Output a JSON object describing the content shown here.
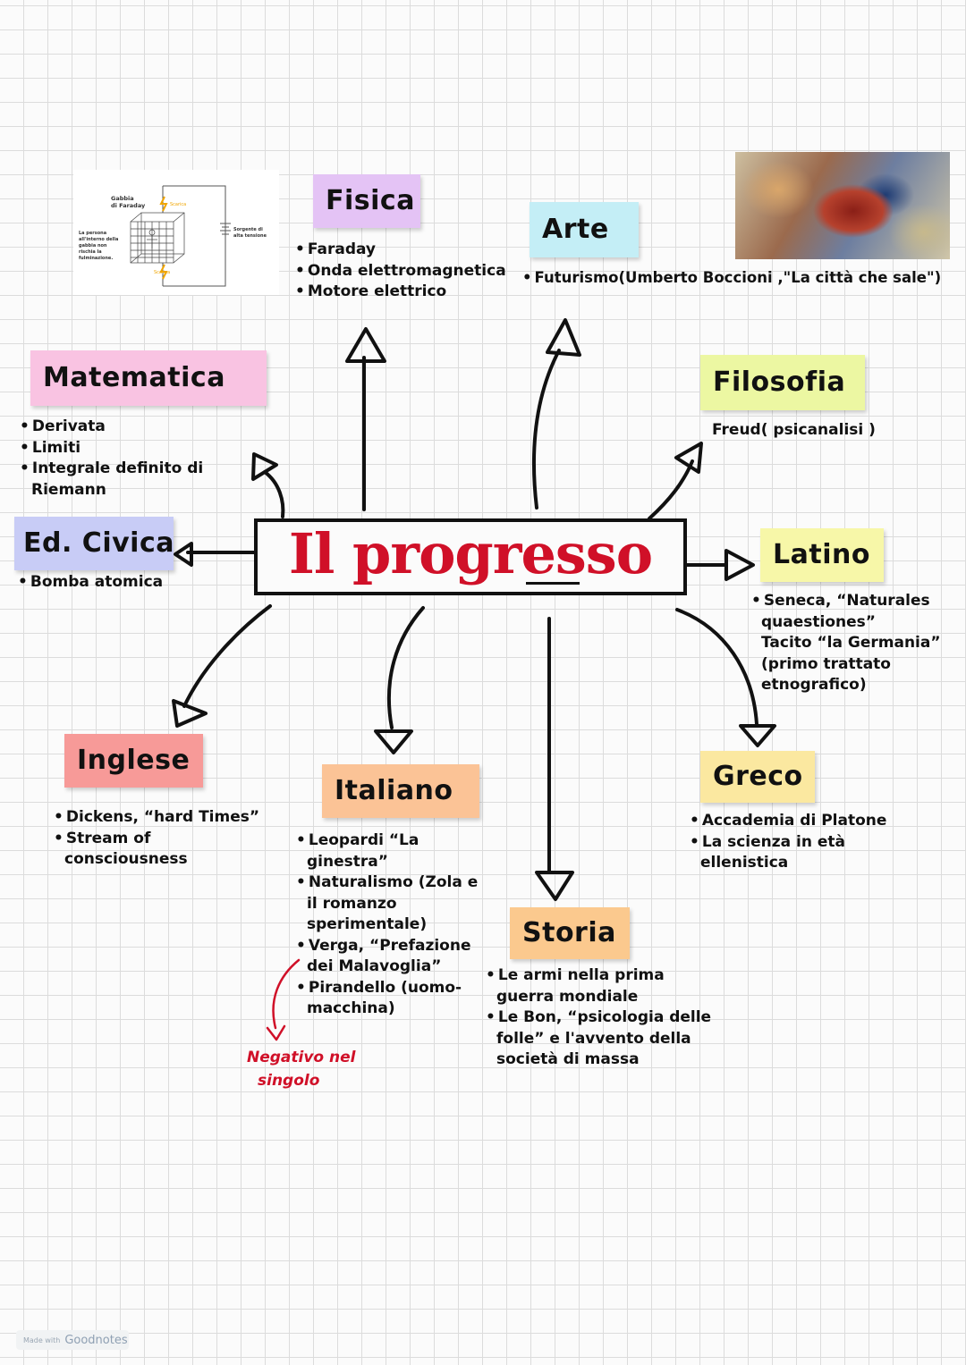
{
  "central": {
    "title": "Il progresso"
  },
  "colors": {
    "title_red": "#d01028",
    "fisica": "#e4c3f5",
    "arte": "#c4eef6",
    "matematica": "#f9c3e2",
    "filosofia": "#ecf7a2",
    "civica": "#c8ccf6",
    "latino": "#f7f7a8",
    "inglese": "#f79a98",
    "italiano": "#fbc396",
    "storia": "#fbc98e",
    "greco": "#fbe8a0"
  },
  "subjects": {
    "fisica": {
      "label": "Fisica",
      "notes": [
        "Faraday",
        "Onda elettromagnetica",
        "Motore elettrico"
      ]
    },
    "arte": {
      "label": "Arte",
      "notes": [
        "Futurismo(Umberto Boccioni ,\"La città che sale\")"
      ]
    },
    "matematica": {
      "label": "Matematica",
      "notes": [
        "Derivata",
        "Limiti",
        "Integrale definito di",
        "Riemann"
      ]
    },
    "filosofia": {
      "label": "Filosofia",
      "notes": [
        "Freud( psicanalisi )"
      ]
    },
    "civica": {
      "label": "Ed. Civica",
      "notes": [
        "Bomba atomica"
      ]
    },
    "latino": {
      "label": "Latino",
      "notes": [
        "Seneca, “Naturales",
        "quaestiones”",
        "Tacito “la Germania”",
        "(primo trattato",
        "etnografico)"
      ]
    },
    "inglese": {
      "label": "Inglese",
      "notes": [
        "Dickens, “hard Times”",
        "Stream of",
        "consciousness"
      ]
    },
    "italiano": {
      "label": "Italiano",
      "notes": [
        "Leopardi “La",
        "ginestra”",
        "Naturalismo (Zola e",
        "il romanzo",
        "sperimentale)",
        "Verga, “Prefazione",
        "dei Malavoglia”",
        "Pirandello (uomo-",
        "macchina)"
      ]
    },
    "storia": {
      "label": "Storia",
      "notes": [
        "Le armi nella prima",
        "guerra mondiale",
        "Le Bon, “psicologia delle",
        "folle” e l'avvento della",
        "società di massa"
      ]
    },
    "greco": {
      "label": "Greco",
      "notes": [
        "Accademia di Platone",
        "La scienza in età",
        "ellenistica"
      ]
    }
  },
  "italiano_side_note": [
    "Negativo nel",
    "singolo"
  ],
  "faraday_image": {
    "title": [
      "Gabbia",
      "di Faraday"
    ],
    "caption": [
      "La persona",
      "all'interno della",
      "gabbia non",
      "rischia la",
      "fulminazione."
    ],
    "source": [
      "Sorgente di",
      "alta tensione"
    ],
    "spark_label": "Scarica"
  },
  "watermark": {
    "prefix": "Made with",
    "brand": "Goodnotes"
  }
}
